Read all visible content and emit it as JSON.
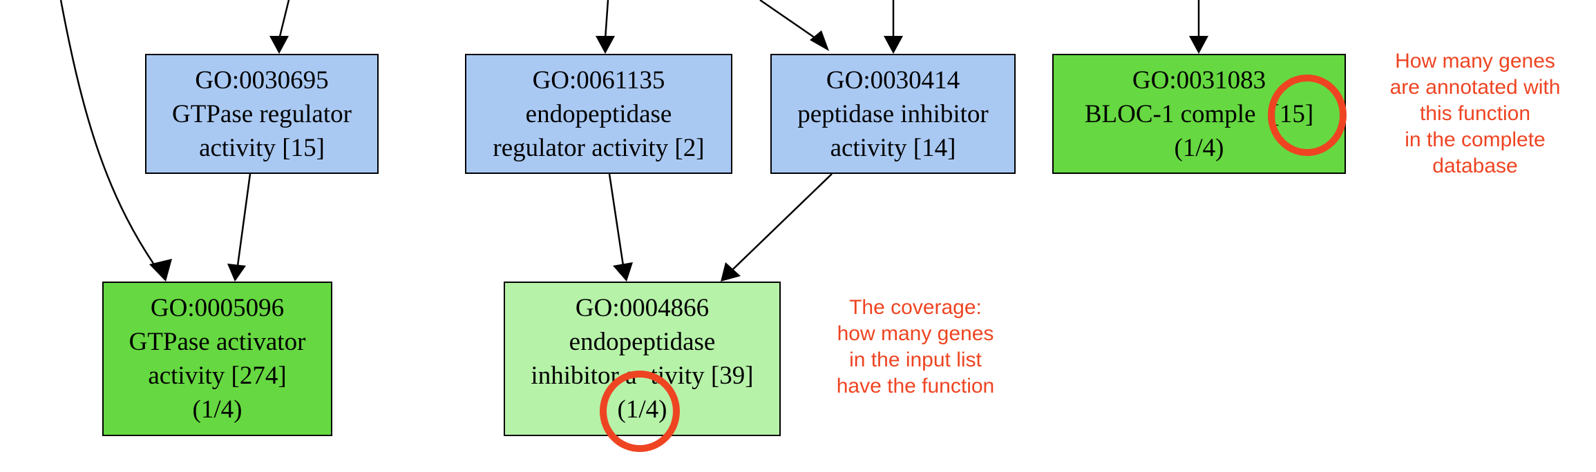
{
  "colors": {
    "blue": "#a9c9f3",
    "green_dark": "#66d841",
    "green_light": "#b6f2a8",
    "annotation": "#ee4422",
    "edge": "#000000"
  },
  "nodes": {
    "go0030695": {
      "id": "GO:0030695",
      "line1": "GTPase regulator",
      "line2": "activity [15]"
    },
    "go0061135": {
      "id": "GO:0061135",
      "line1": "endopeptidase",
      "line2": "regulator activity [2]"
    },
    "go0030414": {
      "id": "GO:0030414",
      "line1": "peptidase inhibitor",
      "line2": "activity [14]"
    },
    "go0031083": {
      "id": "GO:0031083",
      "line1_pre": "BLOC-1 comple",
      "line1_post": "[15]",
      "line2": "(1/4)"
    },
    "go0005096": {
      "id": "GO:0005096",
      "line1": "GTPase activator",
      "line2": "activity [274]",
      "line3": "(1/4)"
    },
    "go0004866": {
      "id": "GO:0004866",
      "line1": "endopeptidase",
      "line2_pre": "inhibitor a",
      "line2_post": "tivity [39]",
      "line3": "(1/4)"
    }
  },
  "annotations": {
    "count_note": [
      "How many genes",
      "are annotated with",
      "this function",
      "in the complete",
      "database"
    ],
    "coverage_note": [
      "The coverage:",
      "how many genes",
      "in the input list",
      "have the function"
    ]
  }
}
